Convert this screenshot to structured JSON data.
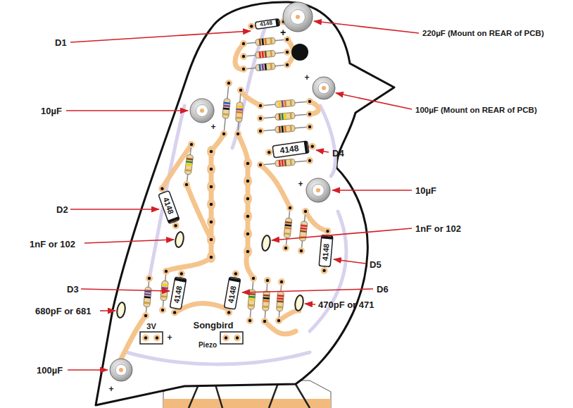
{
  "diagram": {
    "labels": [
      "D1",
      "4148",
      "220µF (Mount on REAR of PCB)",
      "+",
      "+",
      "100µF (Mount on REAR of PCB)",
      "10µF",
      "+",
      "4148",
      "D4",
      "+",
      "10µF",
      "D2",
      "4148",
      "1nF or 102",
      "1nF or 102",
      "4148",
      "D5",
      "D3",
      "4148",
      "4148",
      "D6",
      "680pF or 681",
      "470pF or 471",
      "3V",
      "+",
      "Songbird",
      "Piezo",
      "100µF",
      "+"
    ]
  }
}
